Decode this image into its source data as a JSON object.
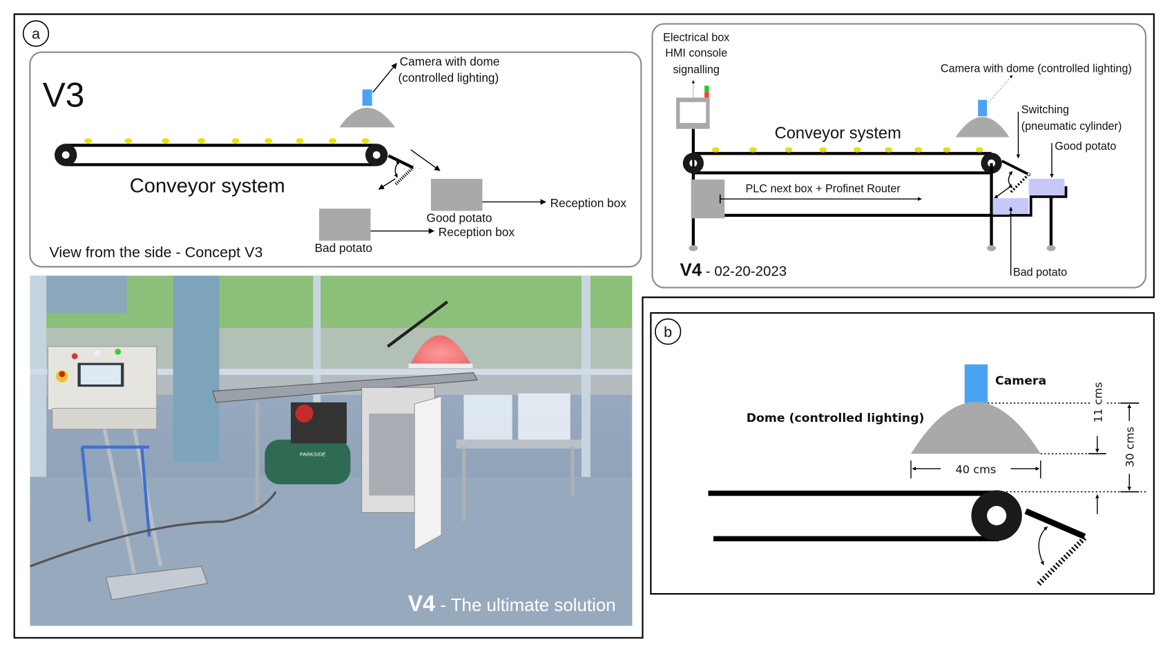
{
  "panels": {
    "a_label": "a",
    "b_label": "b"
  },
  "v3": {
    "title": "V3",
    "camera_label_line1": "Camera with dome",
    "camera_label_line2": "(controlled lighting)",
    "conveyor_label": "Conveyor system",
    "good_potato_label": "Good potato",
    "bad_potato_label": "Bad potato",
    "reception_box_good": "Reception box",
    "reception_box_bad": "Reception box",
    "caption": "View from the side - Concept V3"
  },
  "v4_diagram": {
    "electrical_line1": "Electrical box",
    "electrical_line2": "HMI console",
    "electrical_line3": "signalling",
    "camera_label": "Camera with dome (controlled lighting)",
    "conveyor_label": "Conveyor system",
    "switching_line1": "Switching",
    "switching_line2": "(pneumatic cylinder)",
    "good_potato_label": "Good potato",
    "bad_potato_label": "Bad potato",
    "plc_label": "PLC next box + Profinet Router",
    "version": "V4",
    "date": " - 02-20-2023"
  },
  "photo": {
    "version": "V4",
    "caption": " - The ultimate solution",
    "compressor_brand": "PARKSIDE"
  },
  "panel_b": {
    "camera_label": "Camera",
    "dome_label": "Dome (controlled lighting)",
    "width_dim": "40 cms",
    "dome_height_dim": "11 cms",
    "total_height_dim": "30 cms"
  },
  "colors": {
    "camera": "#4aa3f5",
    "dome": "#a9a9a9",
    "potato": "#e3e300",
    "bin": "#c8c8f8",
    "signal_green": "#22cc22",
    "signal_red": "#ee4444"
  }
}
